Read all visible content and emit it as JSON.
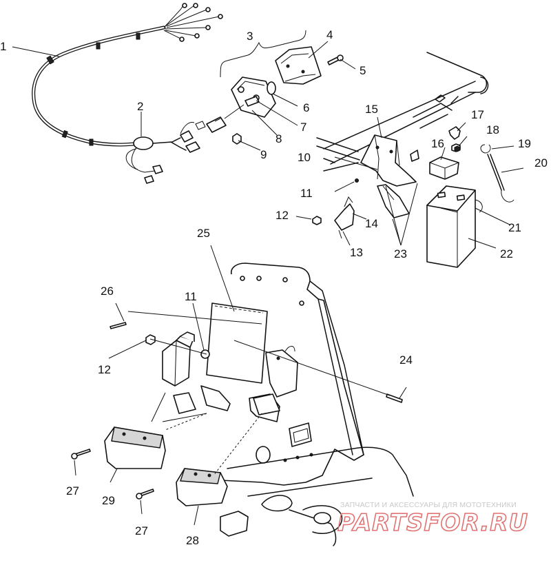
{
  "callouts": [
    {
      "id": "c1",
      "label": "1"
    },
    {
      "id": "c2",
      "label": "2"
    },
    {
      "id": "c3",
      "label": "3"
    },
    {
      "id": "c4",
      "label": "4"
    },
    {
      "id": "c5",
      "label": "5"
    },
    {
      "id": "c6",
      "label": "6"
    },
    {
      "id": "c7",
      "label": "7"
    },
    {
      "id": "c8",
      "label": "8"
    },
    {
      "id": "c9",
      "label": "9"
    },
    {
      "id": "c10",
      "label": "10"
    },
    {
      "id": "c11a",
      "label": "11"
    },
    {
      "id": "c12a",
      "label": "12"
    },
    {
      "id": "c13",
      "label": "13"
    },
    {
      "id": "c14",
      "label": "14"
    },
    {
      "id": "c15",
      "label": "15"
    },
    {
      "id": "c16",
      "label": "16"
    },
    {
      "id": "c17",
      "label": "17"
    },
    {
      "id": "c18",
      "label": "18"
    },
    {
      "id": "c19",
      "label": "19"
    },
    {
      "id": "c20",
      "label": "20"
    },
    {
      "id": "c21",
      "label": "21"
    },
    {
      "id": "c22",
      "label": "22"
    },
    {
      "id": "c23",
      "label": "23"
    },
    {
      "id": "c24",
      "label": "24"
    },
    {
      "id": "c25",
      "label": "25"
    },
    {
      "id": "c26",
      "label": "26"
    },
    {
      "id": "c11b",
      "label": "11"
    },
    {
      "id": "c12b",
      "label": "12"
    },
    {
      "id": "c27a",
      "label": "27"
    },
    {
      "id": "c29",
      "label": "29"
    },
    {
      "id": "c27b",
      "label": "27"
    },
    {
      "id": "c28",
      "label": "28"
    }
  ],
  "watermark": {
    "tagline": "ЗАПЧАСТИ И АКСЕССУАРЫ ДЛЯ МОТОТЕХНИКИ",
    "logo": "PARTSFOR.RU"
  }
}
